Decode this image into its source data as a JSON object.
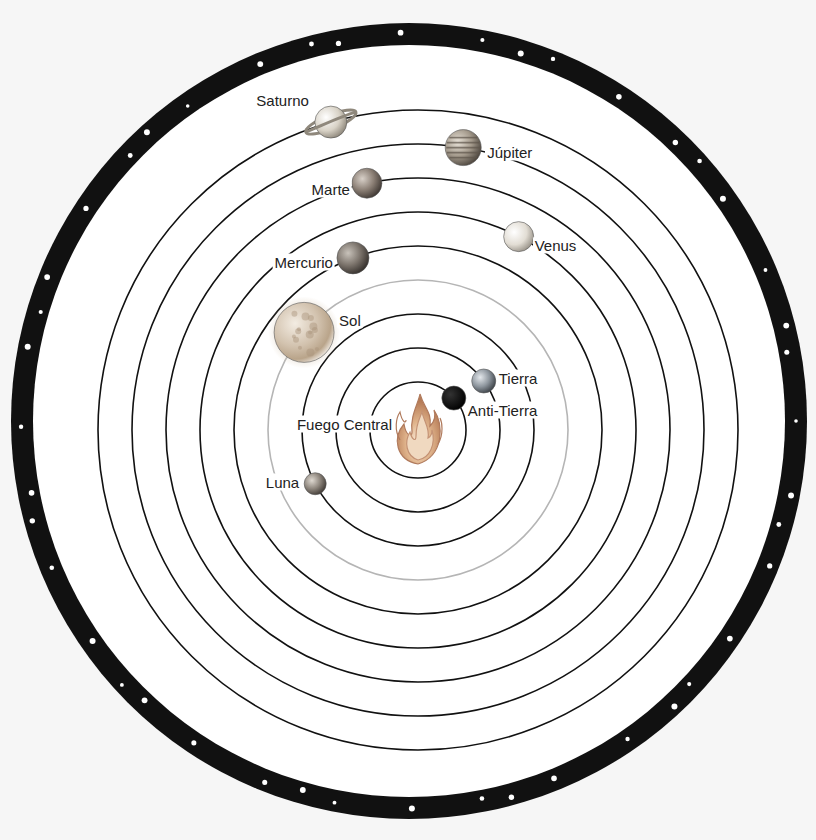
{
  "diagram": {
    "labels": [
      "Saturno",
      "Júpiter",
      "Marte",
      "Venus",
      "Mercurio",
      "Sol",
      "Tierra",
      "Anti-Tierra",
      "Fuego Central",
      "Luna"
    ]
  }
}
